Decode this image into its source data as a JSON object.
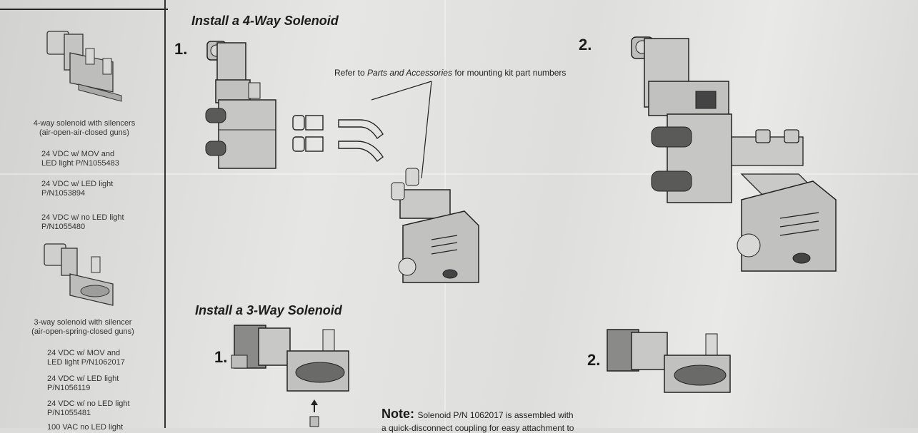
{
  "sidebar": {
    "four_way_caption": [
      "4-way solenoid with silencers",
      "(air-open-air-closed guns)"
    ],
    "four_way_options": [
      [
        "24 VDC w/ MOV and",
        "LED light P/N1055483"
      ],
      [
        "24 VDC w/ LED light",
        "P/N1053894"
      ],
      [
        "24 VDC w/ no LED light",
        "P/N1055480"
      ]
    ],
    "three_way_caption": [
      "3-way solenoid with silencer",
      "(air-open-spring-closed guns)"
    ],
    "three_way_options": [
      [
        "24 VDC w/ MOV and",
        "LED light P/N1062017"
      ],
      [
        "24 VDC w/ LED light",
        "P/N1056119"
      ],
      [
        "24 VDC w/ no LED light",
        "P/N1055481"
      ],
      [
        "100 VAC no LED light"
      ]
    ]
  },
  "four_way": {
    "title": "Install a 4-Way Solenoid",
    "step1": "1.",
    "step2": "2.",
    "refer_prefix": "Refer to ",
    "refer_italic": "Parts and Accessories",
    "refer_suffix": " for mounting kit part numbers"
  },
  "three_way": {
    "title": "Install a 3-Way Solenoid",
    "step1": "1.",
    "step2": "2."
  },
  "note": {
    "label": "Note:",
    "line1": "Solenoid P/N 1062017 is assembled with",
    "line2": "a quick-disconnect coupling for easy attachment to"
  },
  "colors": {
    "paper": "#e3e3e1",
    "ink": "#222222",
    "part_fill": "#bdbdbb"
  }
}
